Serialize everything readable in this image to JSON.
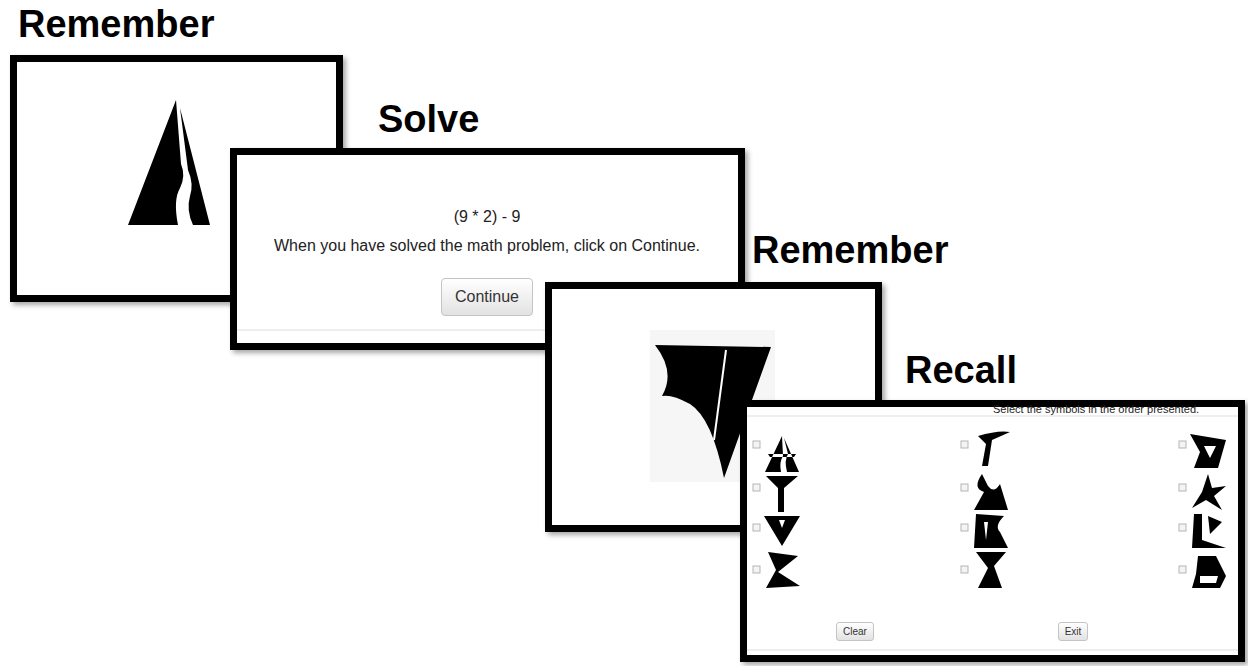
{
  "diagram": {
    "nodes": [
      {
        "text": [
          "Remember"
        ]
      },
      {
        "text": [
          "Solve",
          "(9 * 2) - 9",
          "When you have solved the math problem, click on Continue."
        ]
      },
      {
        "text": [
          "Continue"
        ],
        "in": 1
      },
      {
        "text": [
          "Remember"
        ]
      },
      {
        "text": [
          "Recall",
          "Select the symbols in the order presented."
        ]
      },
      {
        "text": [
          "Clear"
        ],
        "in": 4
      },
      {
        "text": [
          "Exit"
        ],
        "in": 4
      }
    ]
  }
}
